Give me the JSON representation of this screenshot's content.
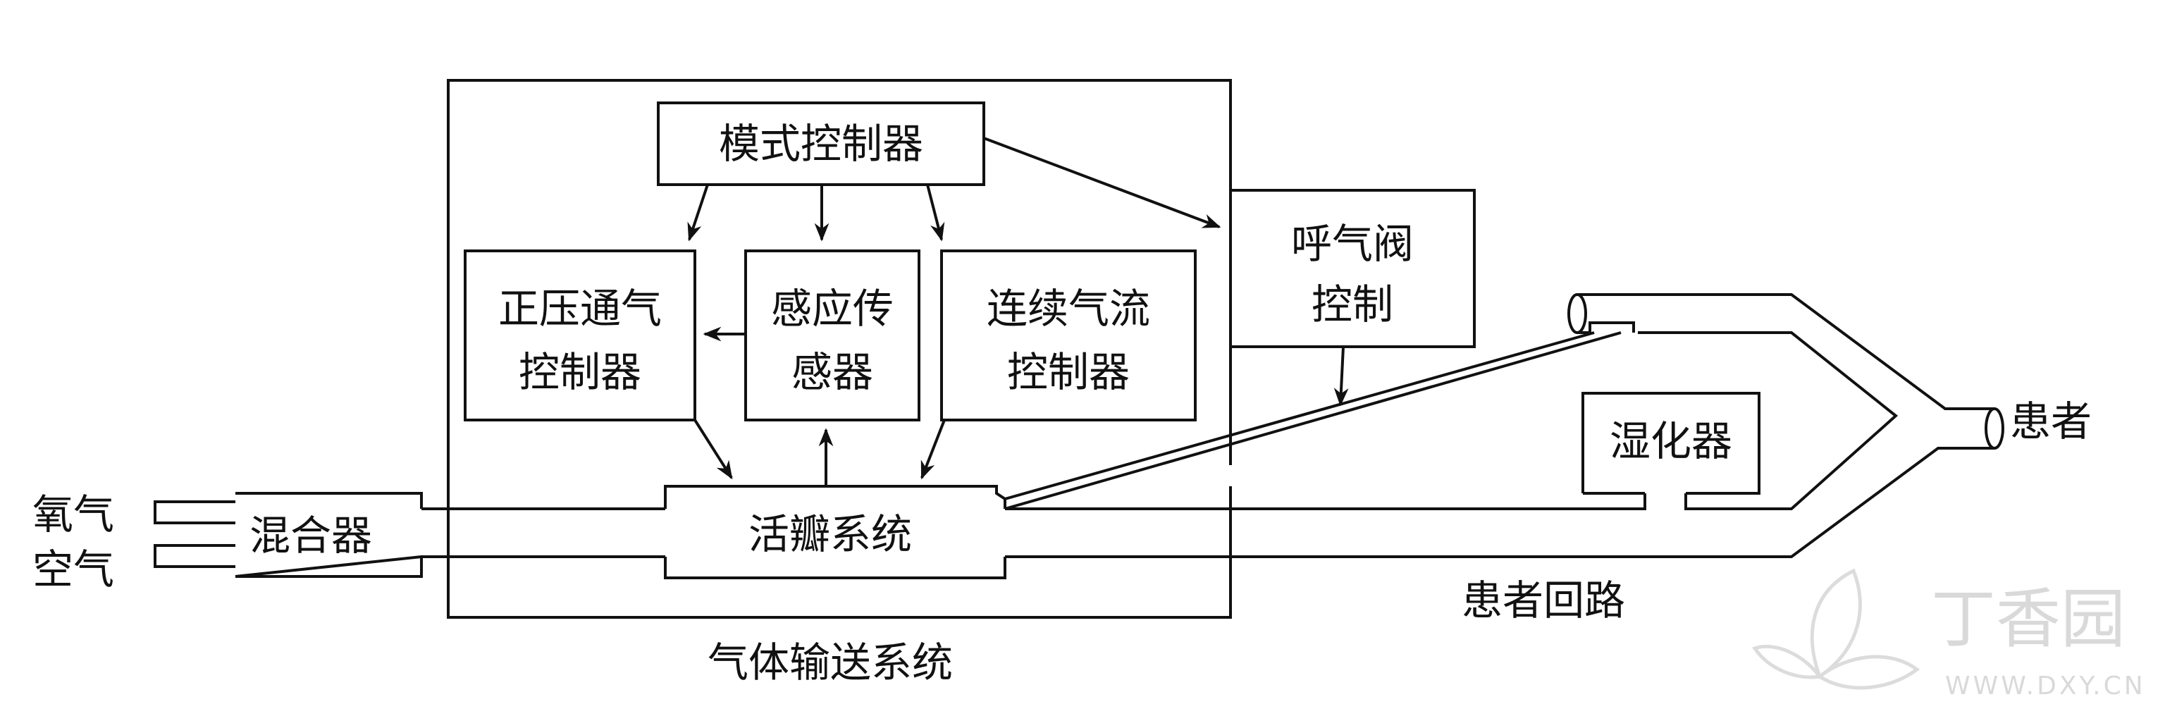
{
  "diagram": {
    "gas_inputs": {
      "oxygen": "氧气",
      "air": "空气"
    },
    "mixer": "混合器",
    "gas_delivery_system": {
      "title": "气体输送系统",
      "mode_controller": "模式控制器",
      "ppv_controller": {
        "line1": "正压通气",
        "line2": "控制器"
      },
      "sensor": {
        "line1": "感应传",
        "line2": "感器"
      },
      "flow_controller": {
        "line1": "连续气流",
        "line2": "控制器"
      },
      "valve_system": "活瓣系统"
    },
    "exhalation_valve": {
      "line1": "呼气阀",
      "line2": "控制"
    },
    "humidifier": "湿化器",
    "patient": "患者",
    "patient_circuit": "患者回路"
  },
  "watermark": {
    "brand": "丁香园",
    "url": "WWW.DXY.CN"
  }
}
